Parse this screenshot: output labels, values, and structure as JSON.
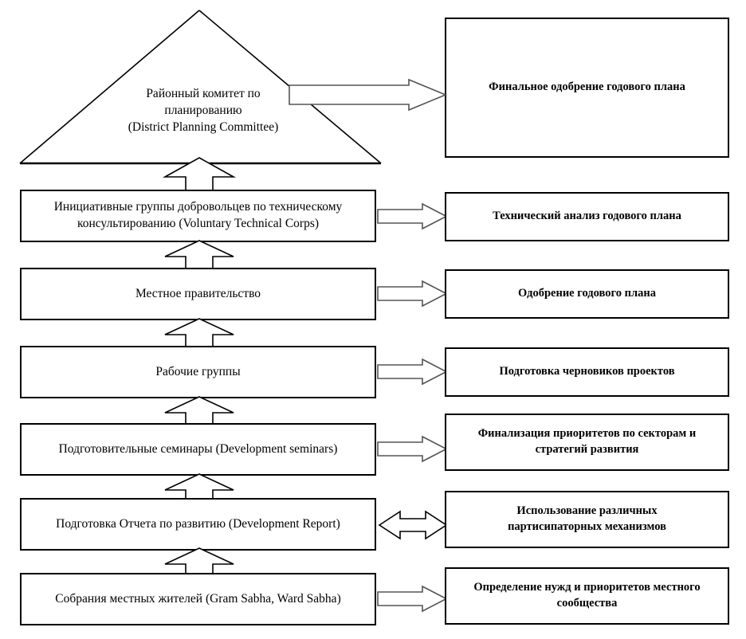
{
  "diagram": {
    "title": "District participatory planning process flow",
    "apex": {
      "shape": "triangle",
      "lines": [
        "Районный комитет по",
        "планированию",
        "(District Planning Committee)"
      ],
      "output": "Финальное одобрение годового плана"
    },
    "levels": [
      {
        "id": "voluntary-technical-corps",
        "lines": [
          "Инициативные группы добровольцев по техническому",
          "консультированию (Voluntary Technical Corps)"
        ],
        "output_lines": [
          "Технический анализ годового плана"
        ],
        "arrow": "single-right"
      },
      {
        "id": "local-government",
        "lines": [
          "Местное правительство"
        ],
        "output_lines": [
          "Одобрение годового плана"
        ],
        "arrow": "single-right"
      },
      {
        "id": "working-groups",
        "lines": [
          "Рабочие группы"
        ],
        "output_lines": [
          "Подготовка черновиков проектов"
        ],
        "arrow": "single-right"
      },
      {
        "id": "development-seminars",
        "lines": [
          "Подготовительные семинары (Development seminars)"
        ],
        "output_lines": [
          "Финализация приоритетов по секторам и",
          "стратегий развития"
        ],
        "arrow": "single-right"
      },
      {
        "id": "development-report",
        "lines": [
          "Подготовка Отчета по развитию (Development Report)"
        ],
        "output_lines": [
          "Использование различных",
          "партисипаторных механизмов"
        ],
        "arrow": "double-headed"
      },
      {
        "id": "gram-sabha",
        "lines": [
          "Собрания местных жителей (Gram Sabha, Ward Sabha)"
        ],
        "output_lines": [
          "Определение нужд и приоритетов местного",
          "сообщества"
        ],
        "arrow": "single-right"
      }
    ],
    "colors": {
      "outline": "#000000",
      "arrow_outline_gray": "#555555",
      "background": "#ffffff"
    },
    "up_arrow_count": 6,
    "up_arrow_name": "upward-block-arrow"
  }
}
